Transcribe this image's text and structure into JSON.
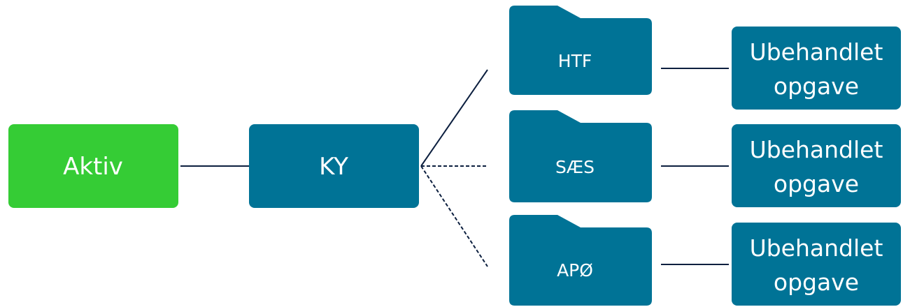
{
  "colors": {
    "background": "#ffffff",
    "primary_node": "#007396",
    "active_node": "#35cc35",
    "node_text": "#ffffff",
    "connector": "#0c1f3f"
  },
  "nodes": {
    "aktiv": {
      "label": "Aktiv"
    },
    "ky": {
      "label": "KY"
    },
    "folders": [
      {
        "label": "HTF",
        "icon": "folder-icon"
      },
      {
        "label": "SÆS",
        "icon": "folder-icon"
      },
      {
        "label": "APØ",
        "icon": "folder-icon"
      }
    ],
    "tasks": [
      {
        "line1": "Ubehandlet",
        "line2": "opgave"
      },
      {
        "line1": "Ubehandlet",
        "line2": "opgave"
      },
      {
        "line1": "Ubehandlet",
        "line2": "opgave"
      }
    ]
  },
  "connectors": [
    {
      "from": "Aktiv",
      "to": "KY",
      "style": "solid"
    },
    {
      "from": "KY",
      "to": "HTF",
      "style": "solid"
    },
    {
      "from": "KY",
      "to": "SÆS",
      "style": "dashed"
    },
    {
      "from": "KY",
      "to": "APØ",
      "style": "dashed"
    },
    {
      "from": "HTF",
      "to": "Ubehandlet opgave",
      "style": "solid"
    },
    {
      "from": "SÆS",
      "to": "Ubehandlet opgave",
      "style": "solid"
    },
    {
      "from": "APØ",
      "to": "Ubehandlet opgave",
      "style": "solid"
    }
  ]
}
